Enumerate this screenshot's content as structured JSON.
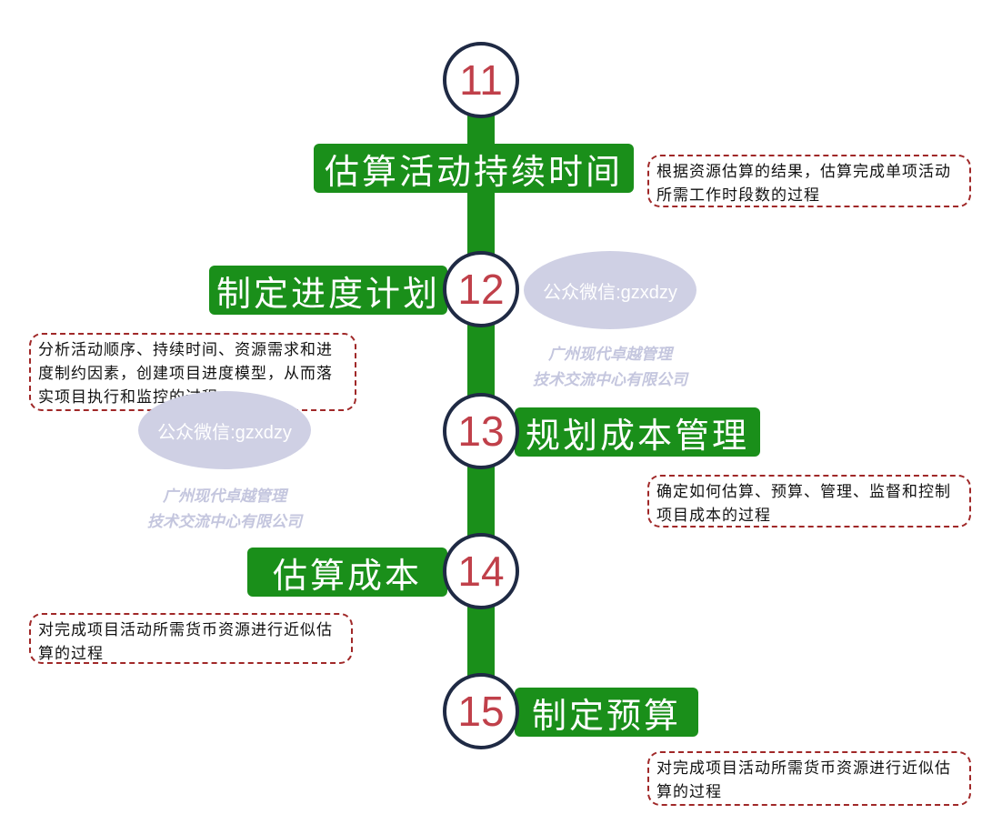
{
  "colors": {
    "green": "#1a8f1a",
    "number": "#c0404a",
    "ring": "#1f2a44",
    "border": "#a02828",
    "watermark": "#cfd0e4"
  },
  "steps": [
    {
      "number": "11",
      "title": "估算活动持续时间",
      "description": "根据资源估算的结果，估算完成单项活动所需工作时段数的过程"
    },
    {
      "number": "12",
      "title": "制定进度计划",
      "description": "分析活动顺序、持续时间、资源需求和进度制约因素，创建项目进度模型，从而落实项目执行和监控的过程"
    },
    {
      "number": "13",
      "title": "规划成本管理",
      "description": "确定如何估算、预算、管理、监督和控制项目成本的过程"
    },
    {
      "number": "14",
      "title": "估算成本",
      "description": "对完成项目活动所需货币资源进行近似估算的过程"
    },
    {
      "number": "15",
      "title": "制定预算",
      "description": "对完成项目活动所需货币资源进行近似估算的过程"
    }
  ],
  "watermarks": [
    {
      "oval": "公众微信:gzxdzy",
      "line1": "广州现代卓越管理",
      "line2": "技术交流中心有限公司"
    },
    {
      "oval": "公众微信:gzxdzy",
      "line1": "广州现代卓越管理",
      "line2": "技术交流中心有限公司"
    }
  ]
}
